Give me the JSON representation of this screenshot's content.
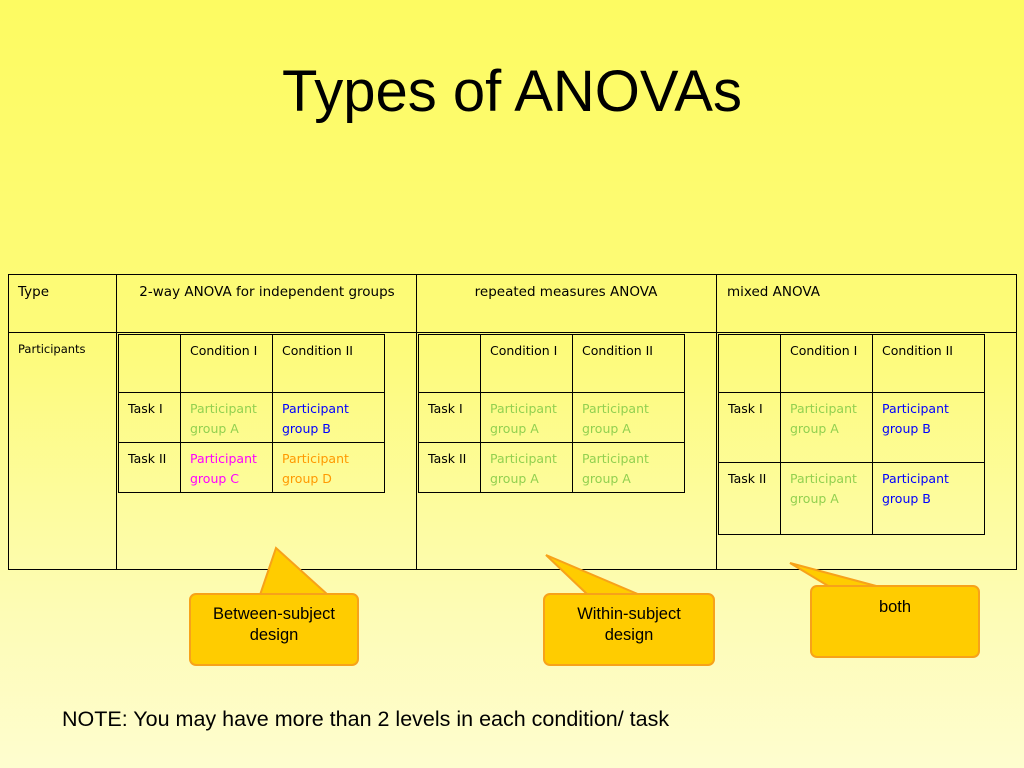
{
  "title": "Types of ANOVAs",
  "colors": {
    "green": "#92d050",
    "blue": "#0000ff",
    "magenta": "#ff00ff",
    "orange": "#ff9900",
    "callout_fill": "#ffcc00"
  },
  "header": {
    "type": "Type",
    "col1": "2-way ANOVA for independent groups",
    "col2": "repeated measures ANOVA",
    "col3": "mixed ANOVA"
  },
  "row_label": "Participants",
  "designs": [
    {
      "cond1": "Condition I",
      "cond2": "Condition II",
      "rows": [
        {
          "task": "Task I",
          "a": "Participant group A",
          "a_color": "#92d050",
          "b": "Participant group B",
          "b_color": "#0000ff"
        },
        {
          "task": "Task II",
          "a": "Participant group C",
          "a_color": "#ff00ff",
          "b": "Participant group D",
          "b_color": "#ff9900"
        }
      ]
    },
    {
      "cond1": "Condition I",
      "cond2": "Condition II",
      "rows": [
        {
          "task": "Task I",
          "a": "Participant group A",
          "a_color": "#92d050",
          "b": "Participant group A",
          "b_color": "#92d050"
        },
        {
          "task": "Task II",
          "a": "Participant group A",
          "a_color": "#92d050",
          "b": "Participant group A",
          "b_color": "#92d050"
        }
      ]
    },
    {
      "cond1": "Condition I",
      "cond2": "Condition II",
      "rows": [
        {
          "task": "Task I",
          "a": "Participant group A",
          "a_color": "#92d050",
          "b": "Participant group B",
          "b_color": "#0000ff"
        },
        {
          "task": "Task II",
          "a": "Participant group A",
          "a_color": "#92d050",
          "b": "Participant group B",
          "b_color": "#0000ff"
        }
      ]
    }
  ],
  "callouts": {
    "between": "Between-subject design",
    "within": "Within-subject design",
    "both": "both"
  },
  "note": "NOTE: You may have more than 2 levels in each condition/ task"
}
